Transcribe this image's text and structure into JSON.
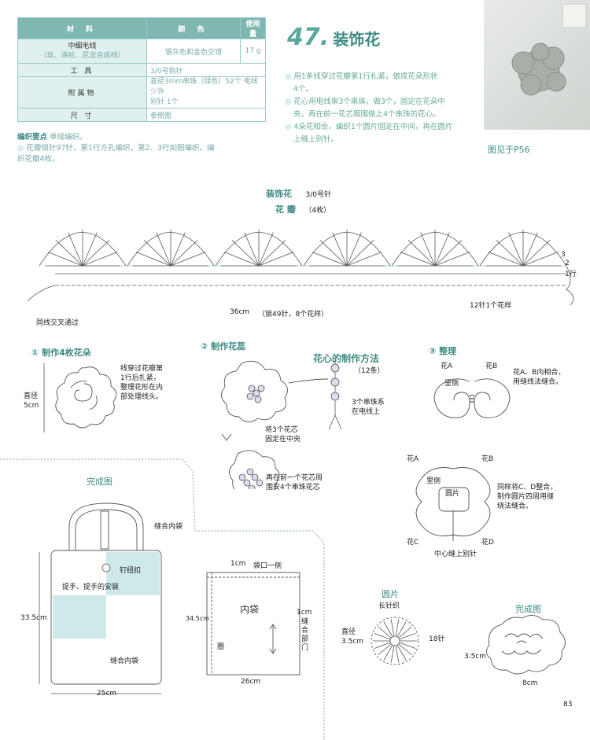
{
  "materials": {
    "headers": [
      "材 料",
      "颜 色",
      "使用量"
    ],
    "yarn": {
      "name": "中细毛线",
      "sub": "（丝、涤纶、尼龙合成线）",
      "color": "银灰色和金色交错",
      "amount": "17 g"
    },
    "tool": {
      "label": "工 具",
      "value": "3/0号钩针"
    },
    "accessory": {
      "label": "附属物",
      "line1": "直径3mm串珠（绿色）52个   电线少许",
      "line2": "别针 1个"
    },
    "size": {
      "label": "尺 寸",
      "value": "参照图"
    }
  },
  "title": {
    "number": "47.",
    "text": "装饰花"
  },
  "steps": [
    "用1条线穿过花瓣第1行扎紧，做成花朵形状",
    "4个。",
    "花心用电线串3个串珠，做3个，固定在花朵中",
    "央，再在前一花芯周围做上4个串珠的花心。",
    "4朵花相合，编织1个圆片固定在中间，再在圆片",
    "上缝上别针。"
  ],
  "see_page": "图见于P56",
  "key_points": {
    "label": "编织要点",
    "text": "单线编织。",
    "line1": "花瓣锁针97针，第1行方孔编织，第2、3行如图编织。编",
    "line2": "织花瓣4枚。"
  },
  "chart": {
    "title": "装饰花",
    "hook": "3/0号针",
    "petal": "花 瓣",
    "petal_count": "（4枚）",
    "rows": [
      "3",
      "2",
      "1行"
    ],
    "repeat": "12针1个花样",
    "width": "36cm",
    "chain": "（锁49针，8个花样）",
    "cross": "同线交叉通过"
  },
  "step1": {
    "title": "① 制作4枚花朵",
    "desc": [
      "线穿过花瓣第",
      "1行后扎紧，",
      "整理花形在内",
      "部处理线头。"
    ],
    "dia_label": "直径",
    "dia": "5cm"
  },
  "step2": {
    "title": "② 制作花蕊",
    "method": "花心的制作方法",
    "count": "（12条）",
    "bead_note": [
      "3个串珠系",
      "在电线上"
    ],
    "fix": [
      "将3个花芯",
      "固定在中央"
    ],
    "around": [
      "再在前一个花芯周",
      "围安4个串珠花芯"
    ]
  },
  "step3": {
    "title": "③ 整理",
    "a": "花A",
    "b": "花B",
    "c": "花C",
    "d": "花D",
    "inside": "里侧",
    "ab": [
      "花A、B内相合，",
      "用缝线法缝合。"
    ],
    "inside2": "里侧",
    "disc": "圆片",
    "cd": [
      "同样将C、D整合，",
      "制作圆片四周用缝",
      "绕法缝合。"
    ],
    "pin": "中心缝上别针"
  },
  "bag": {
    "title": "完成图",
    "lining": "缝合内袋",
    "button": "钉纽扣",
    "handle": "提手、提手的安装",
    "lining2": "缝合内袋",
    "height": "33.5cm",
    "width": "25cm"
  },
  "inner": {
    "top": "1cm",
    "opening": "袋口一侧",
    "title": "内袋",
    "h": "34.5cm",
    "side": "1cm",
    "seam": [
      "缝",
      "合",
      "部",
      "门"
    ],
    "ring": "圈",
    "w": "26cm"
  },
  "disc": {
    "title": "圆片",
    "stitch": "长针织",
    "dia_label": "直径",
    "dia": "3.5cm",
    "count": "18针"
  },
  "finished": {
    "title": "完成图",
    "h": "3.5cm",
    "w": "8cm"
  },
  "page_number": "83"
}
